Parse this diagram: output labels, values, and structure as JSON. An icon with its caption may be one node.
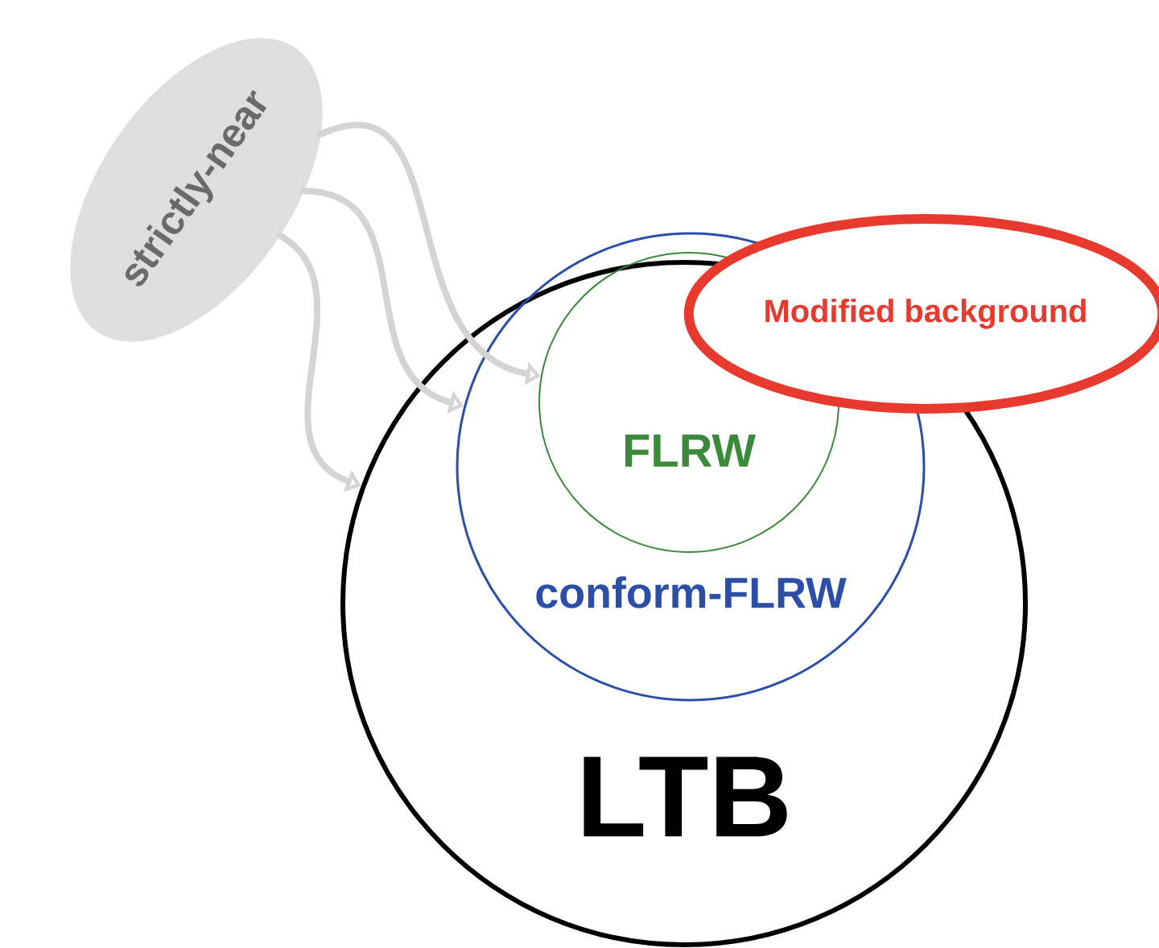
{
  "diagram": {
    "nodes": [
      {
        "text": [
          "strictly-near"
        ]
      },
      {
        "text": [
          "LTB"
        ]
      },
      {
        "text": [
          "conform-FLRW"
        ],
        "in": 1
      },
      {
        "text": [
          "FLRW"
        ],
        "in": 2
      },
      {
        "text": [
          "Modified background"
        ]
      }
    ],
    "edges": [
      {
        "from": 0,
        "to": 3,
        "arrow": "to"
      },
      {
        "from": 0,
        "to": 2,
        "arrow": "to"
      },
      {
        "from": 0,
        "to": 1,
        "arrow": "to"
      }
    ]
  }
}
